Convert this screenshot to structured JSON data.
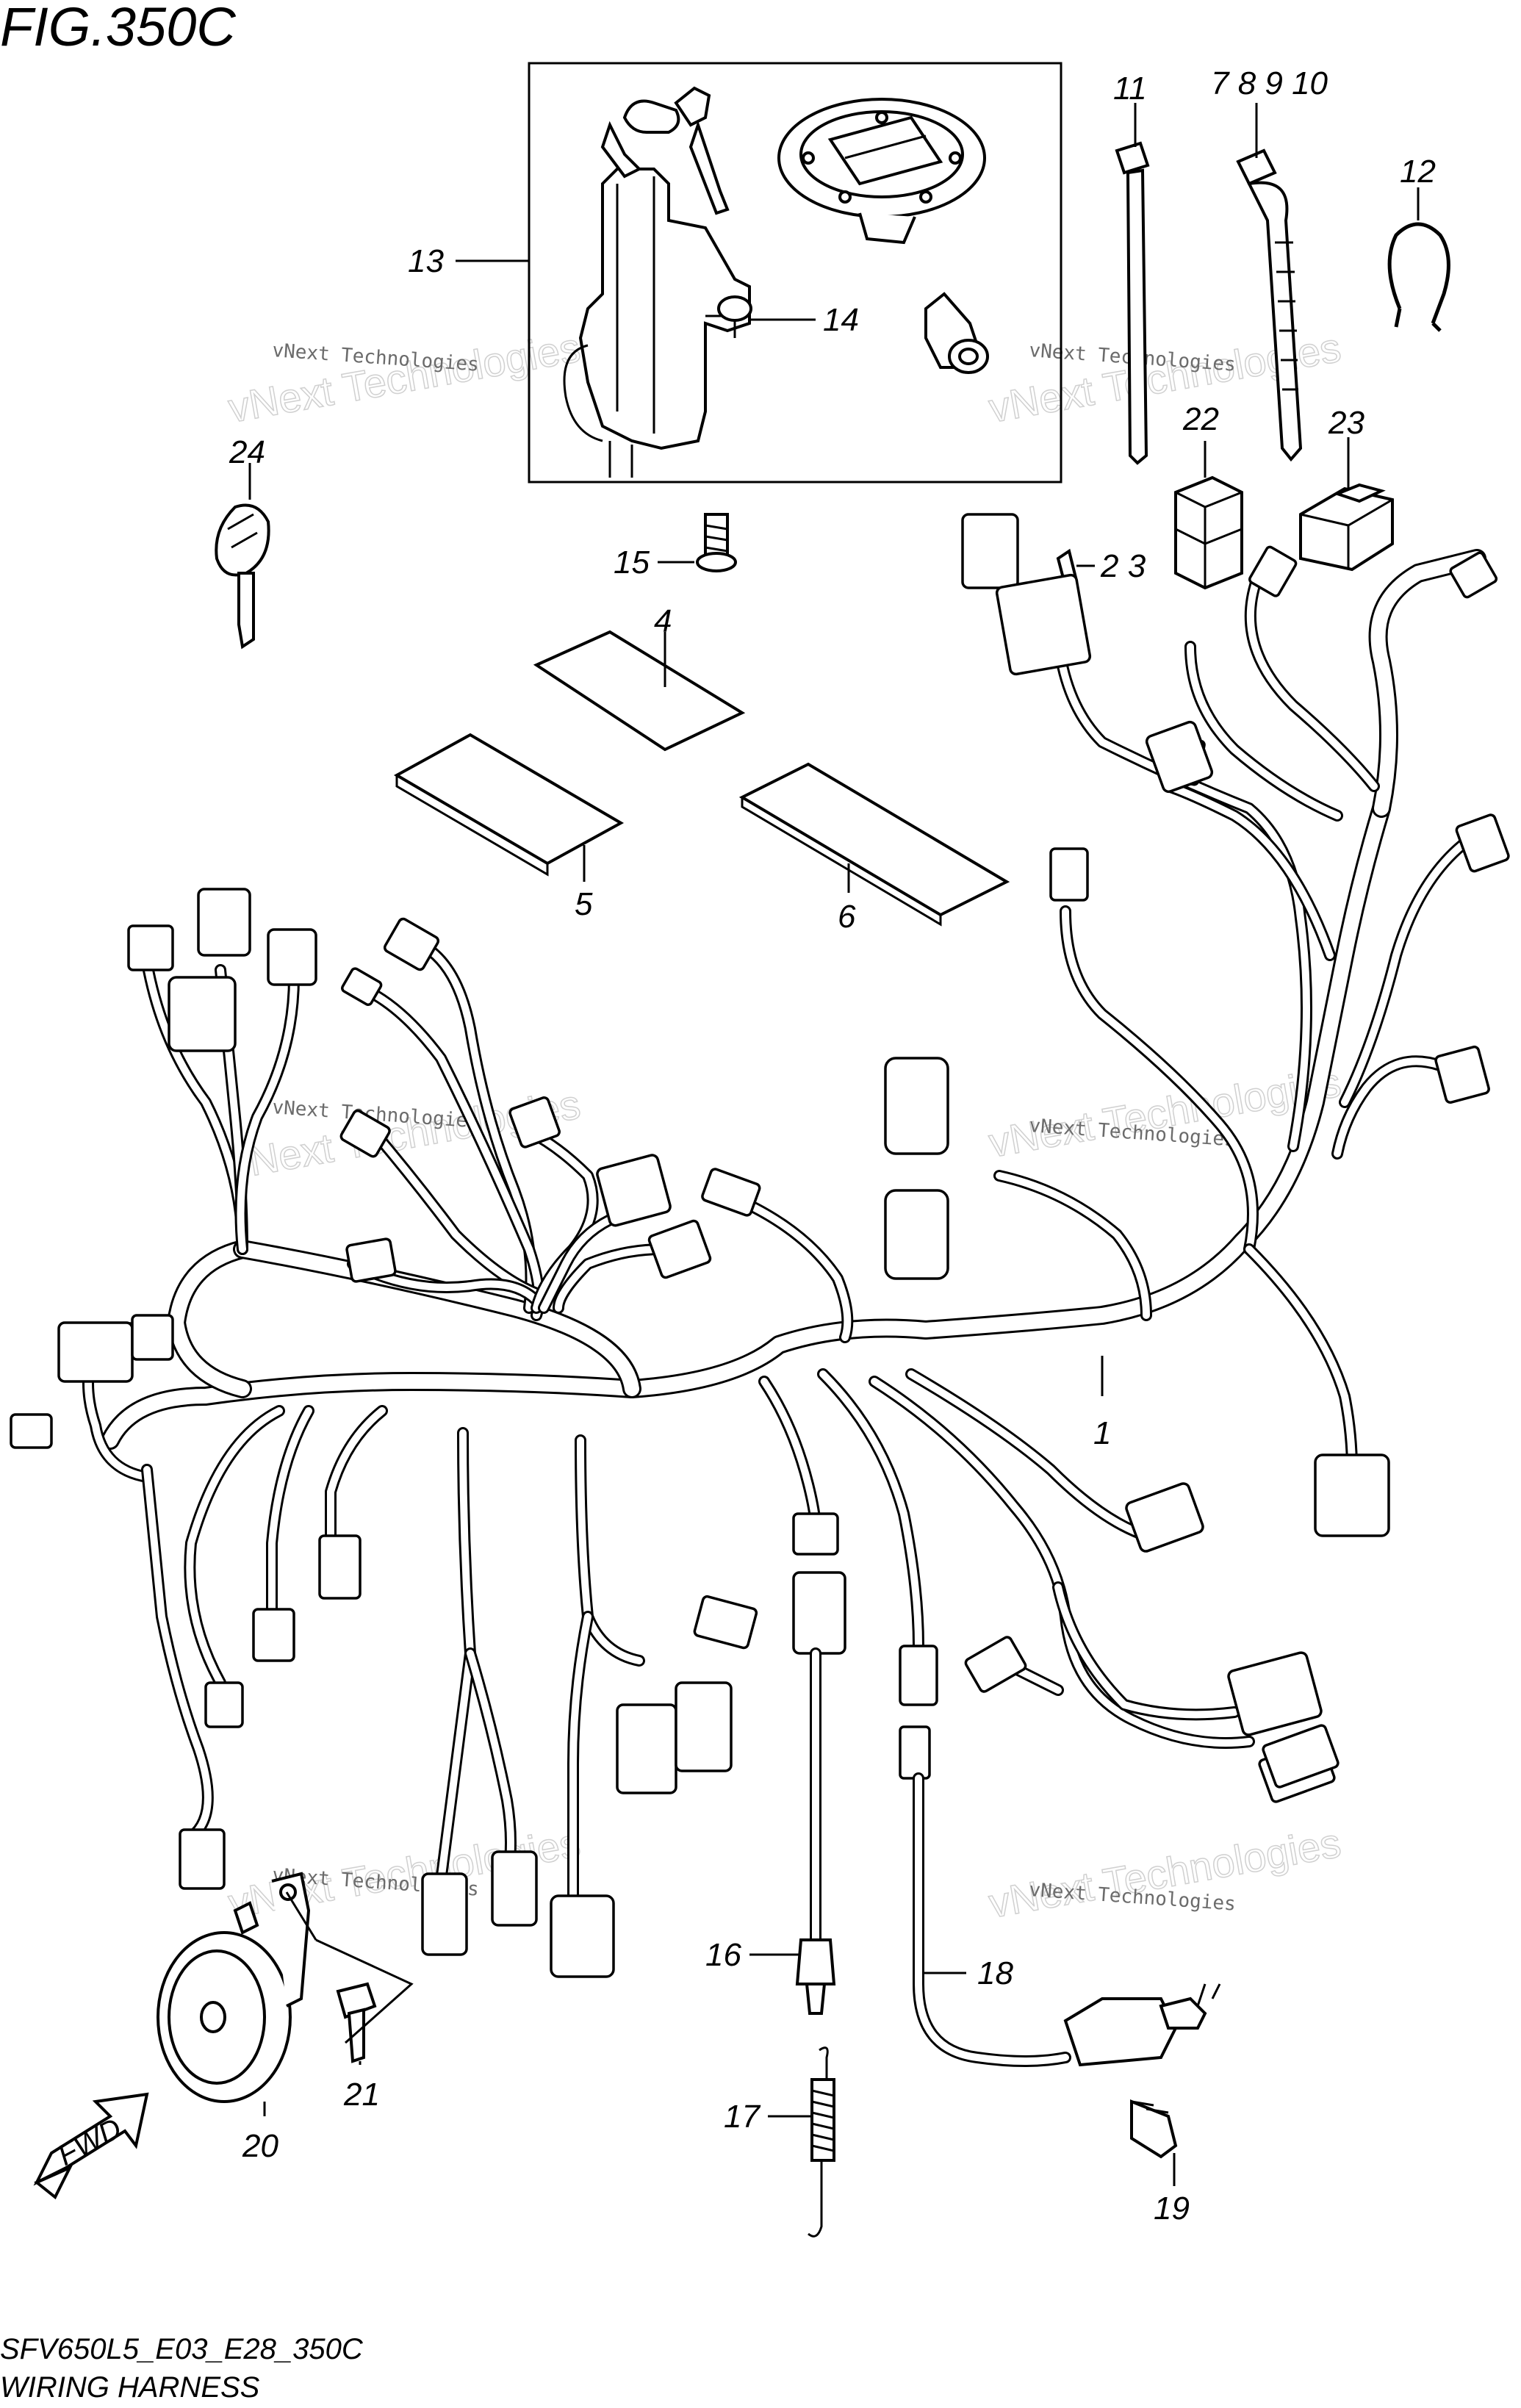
{
  "header": {
    "figure_title": "FIG.350C"
  },
  "footer": {
    "model_code": "SFV650L5_E03_E28_350C",
    "section_name": "WIRING HARNESS"
  },
  "watermark": {
    "line1": "vNext Technologies",
    "line2": "vNext Technologies"
  },
  "fwd_arrow": {
    "label": "FWD"
  },
  "callouts": {
    "c1": "1",
    "c2_3": "2 3",
    "c4": "4",
    "c5": "5",
    "c6": "6",
    "c7_10": "7 8 9 10",
    "c11": "11",
    "c12": "12",
    "c13": "13",
    "c14": "14",
    "c15": "15",
    "c16": "16",
    "c17": "17",
    "c18": "18",
    "c19": "19",
    "c20": "20",
    "c21": "21",
    "c22": "22",
    "c23": "23",
    "c24": "24"
  }
}
